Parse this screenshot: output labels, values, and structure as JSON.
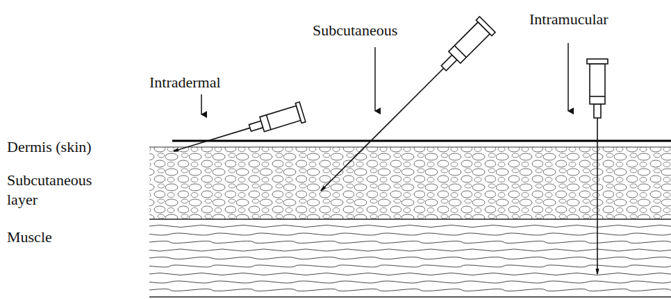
{
  "diagram": {
    "labels": [
      "Intradermal",
      "Subcutaneous",
      "Intramucular",
      "Dermis (skin)",
      "Subcutaneous layer",
      "Muscle"
    ]
  }
}
